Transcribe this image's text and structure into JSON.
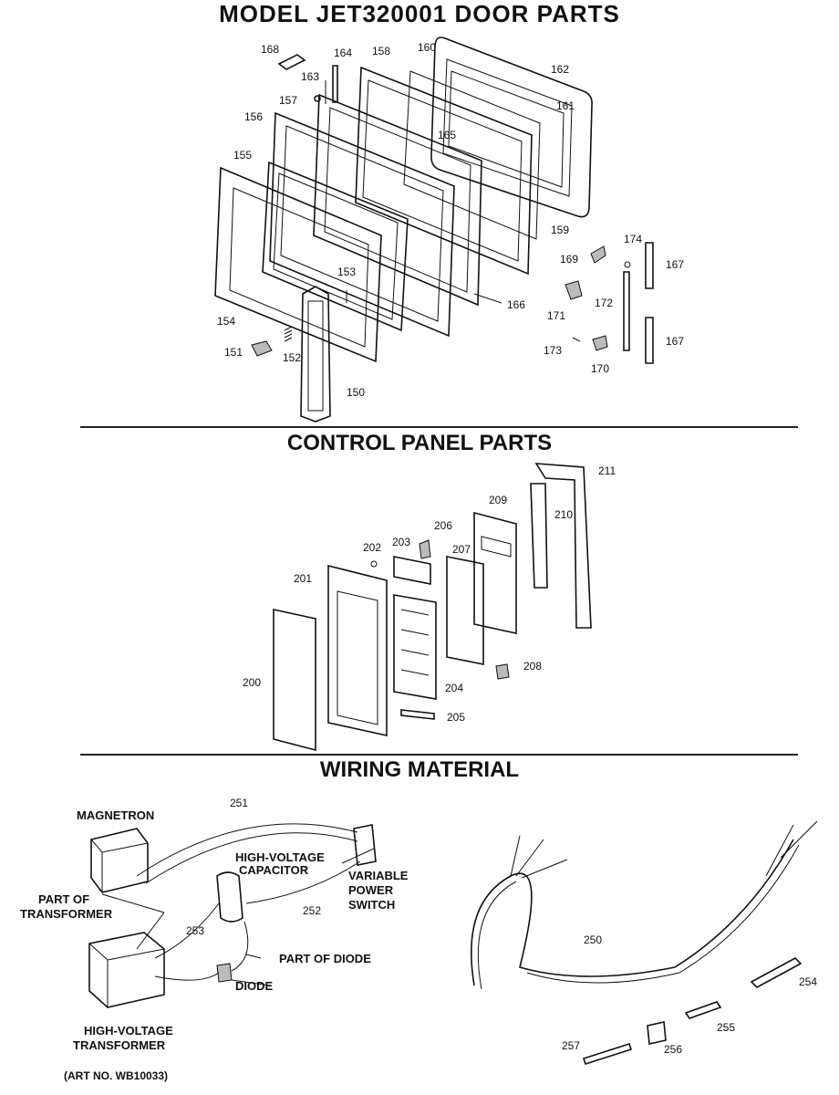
{
  "title": "MODEL JET320001   DOOR PARTS",
  "sections": {
    "control_panel": "CONTROL PANEL PARTS",
    "wiring": "WIRING MATERIAL"
  },
  "art_number": "(ART NO. WB10033)",
  "door_part_numbers": [
    "168",
    "164",
    "163",
    "158",
    "160",
    "162",
    "157",
    "161",
    "156",
    "165",
    "155",
    "159",
    "174",
    "169",
    "167",
    "153",
    "172",
    "171",
    "166",
    "154",
    "173",
    "151",
    "152",
    "170",
    "167",
    "150"
  ],
  "control_part_numbers": [
    "211",
    "209",
    "206",
    "210",
    "202",
    "203",
    "207",
    "201",
    "208",
    "200",
    "204",
    "205"
  ],
  "wiring_part_numbers": [
    "251",
    "250",
    "252",
    "253",
    "254",
    "255",
    "256",
    "257"
  ],
  "wiring_labels": {
    "magnetron": "MAGNETRON",
    "capacitor": [
      "HIGH-VOLTAGE",
      "CAPACITOR"
    ],
    "switch": [
      "VARIABLE",
      "POWER",
      "SWITCH"
    ],
    "transformer_part": [
      "PART OF",
      "TRANSFORMER"
    ],
    "diode_part": "PART OF DIODE",
    "diode": "DIODE",
    "hv_transformer": [
      "HIGH-VOLTAGE",
      "TRANSFORMER"
    ]
  }
}
